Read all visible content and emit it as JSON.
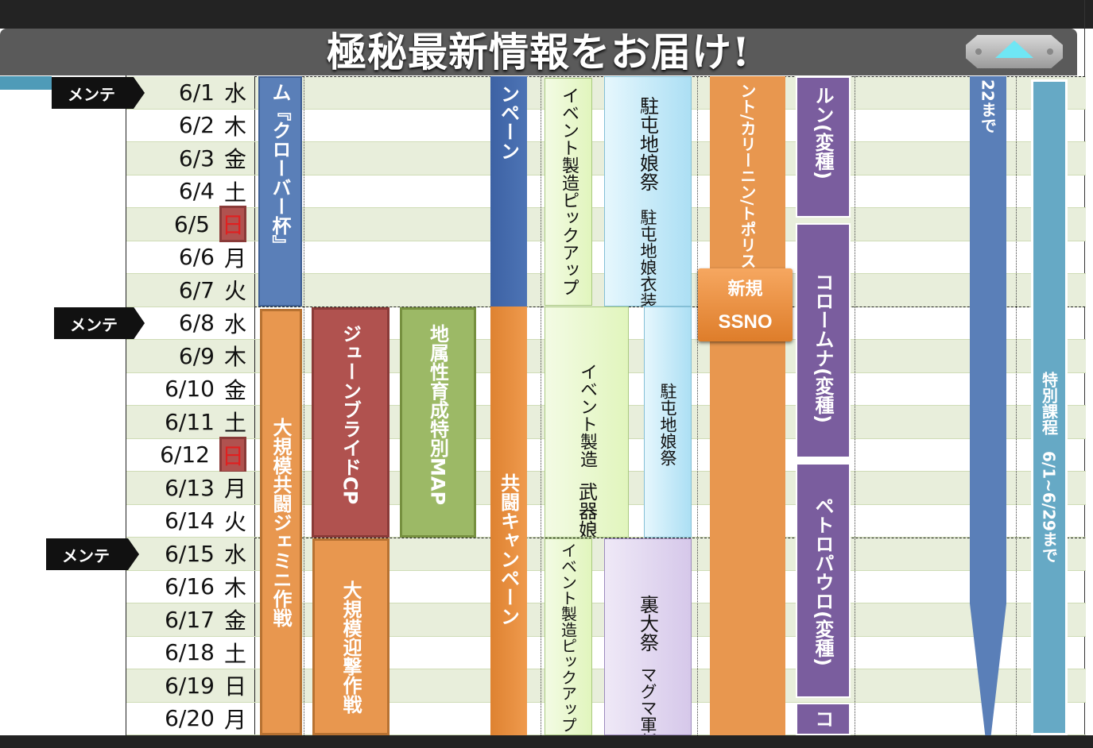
{
  "header": {
    "title": "極秘最新情報をお届け!",
    "up_button": "triangle-up-icon"
  },
  "maintenance_label": "メンテ",
  "rows": [
    {
      "date": "6/1",
      "dow": "水",
      "red": false
    },
    {
      "date": "6/2",
      "dow": "木",
      "red": false
    },
    {
      "date": "6/3",
      "dow": "金",
      "red": false
    },
    {
      "date": "6/4",
      "dow": "土",
      "red": false
    },
    {
      "date": "6/5",
      "dow": "日",
      "red": true
    },
    {
      "date": "6/6",
      "dow": "月",
      "red": false
    },
    {
      "date": "6/7",
      "dow": "火",
      "red": false
    },
    {
      "date": "6/8",
      "dow": "水",
      "red": false
    },
    {
      "date": "6/9",
      "dow": "木",
      "red": false
    },
    {
      "date": "6/10",
      "dow": "金",
      "red": false
    },
    {
      "date": "6/11",
      "dow": "土",
      "red": false
    },
    {
      "date": "6/12",
      "dow": "日",
      "red": true
    },
    {
      "date": "6/13",
      "dow": "月",
      "red": false
    },
    {
      "date": "6/14",
      "dow": "火",
      "red": false
    },
    {
      "date": "6/15",
      "dow": "水",
      "red": false
    },
    {
      "date": "6/16",
      "dow": "木",
      "red": false
    },
    {
      "date": "6/17",
      "dow": "金",
      "red": false
    },
    {
      "date": "6/18",
      "dow": "土",
      "red": false
    },
    {
      "date": "6/19",
      "dow": "日",
      "red": false
    },
    {
      "date": "6/20",
      "dow": "月",
      "red": false
    }
  ],
  "events": {
    "clover_cup": "ム『クローバー杯』",
    "gemini": "大規模共闘ジェミニ作戦",
    "june_bride": "ジューンブライドCP",
    "earth_map": "地属性育成特別MAP",
    "interception": "大規模迎撃作戦",
    "campaign_top": "ンペーン",
    "joint_campaign": "共闘キャンペーン",
    "pickup1": "イベント製造ピックアップ",
    "garrison_fest1": "駐屯地娘祭",
    "garrison_costume": "駐屯地娘衣装替え新登場",
    "event_build": "イベント製造",
    "weapon_girl": "武器娘新登場",
    "garrison_fest2": "駐屯地娘祭",
    "pickup2": "イベント製造ピックアップ",
    "ura_fest": "裏大祭",
    "magma": "マグマ軍新登場",
    "ssno_rotation": "ント/カリーニン/トポリスク",
    "new_badge_1": "新規",
    "new_badge_2": "SSNO",
    "purple1": "ルン(変種)",
    "purple2": "コロームナ(変種)",
    "purple3": "ペトロパウロ(変種)",
    "purple4": "コ",
    "until22": "22まで",
    "special_course": "特別課程　6/1~6/29まで"
  }
}
